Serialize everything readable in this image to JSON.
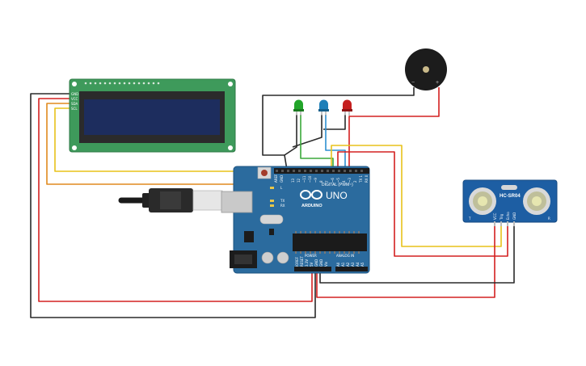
{
  "lcd": {
    "pins": [
      "GND",
      "VCC",
      "SDA",
      "SCL"
    ]
  },
  "arduino": {
    "brand_label": "ARDUINO",
    "model_label": "UNO",
    "digital_label": "DIGITAL (PWM~)",
    "power_label": "POWER",
    "analog_label": "ANALOG IN",
    "tx_label": "TX",
    "rx_label": "RX",
    "l_label": "L",
    "top_pins": [
      "AREF",
      "GND",
      "13",
      "12",
      "~11",
      "~10",
      "~9",
      "8",
      "7",
      "~6",
      "~5",
      "4",
      "~3",
      "2",
      "TX 1",
      "RX 0"
    ],
    "power_pins": [
      "IOREF",
      "RESET",
      "3.3V",
      "5V",
      "GND",
      "GND",
      "Vin"
    ],
    "analog_pins": [
      "A0",
      "A1",
      "A2",
      "A3",
      "A4",
      "A5"
    ]
  },
  "buzzer": {
    "minus_label": "−",
    "plus_label": "+"
  },
  "ultrasonic": {
    "model_label": "HC-SR04",
    "left_mark": "T",
    "right_mark": "R",
    "pins": [
      "VCC",
      "Trig",
      "Echo",
      "GND"
    ]
  },
  "leds": [
    {
      "name": "green",
      "color": "#22a52a"
    },
    {
      "name": "blue",
      "color": "#1e7fb8"
    },
    {
      "name": "red",
      "color": "#c51f1f"
    }
  ],
  "colors": {
    "wire_red": "#d42020",
    "wire_black": "#2a2a2a",
    "wire_yellow": "#e8c21a",
    "wire_orange": "#e08a1e",
    "wire_green": "#3aa83a",
    "wire_blue": "#2d8fd0",
    "board_blue": "#2b6b9e",
    "lcd_green": "#3e9a5b"
  }
}
